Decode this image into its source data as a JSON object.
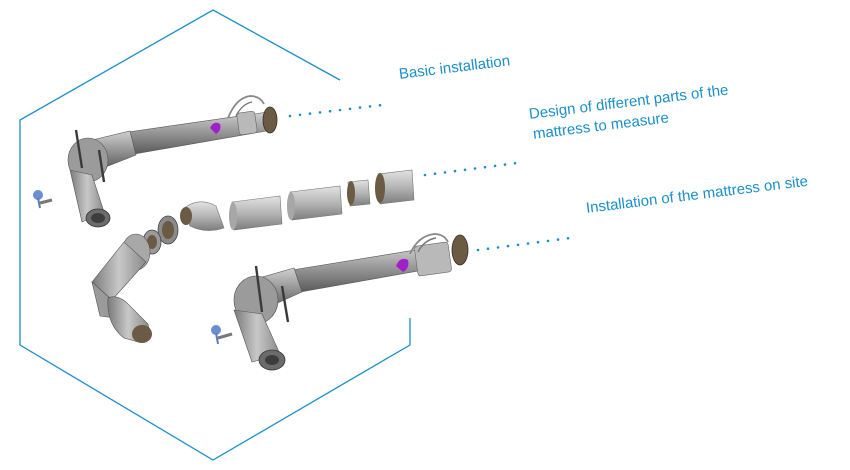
{
  "colors": {
    "accent": "#1a8fc9",
    "pipe": "#8e8e8e",
    "pipe_dark": "#5f5f5f",
    "pipe_light": "#c4c4c4",
    "valve_purple": "#a020c8",
    "valve_blue": "#6a8fd0",
    "flange_brown": "#6b5a44"
  },
  "labels": {
    "basic_installation": "Basic installation",
    "design_line_1": "Design of different parts of the",
    "design_line_2": "mattress to measure",
    "installation_on_site": "Installation of the mattress on site"
  }
}
